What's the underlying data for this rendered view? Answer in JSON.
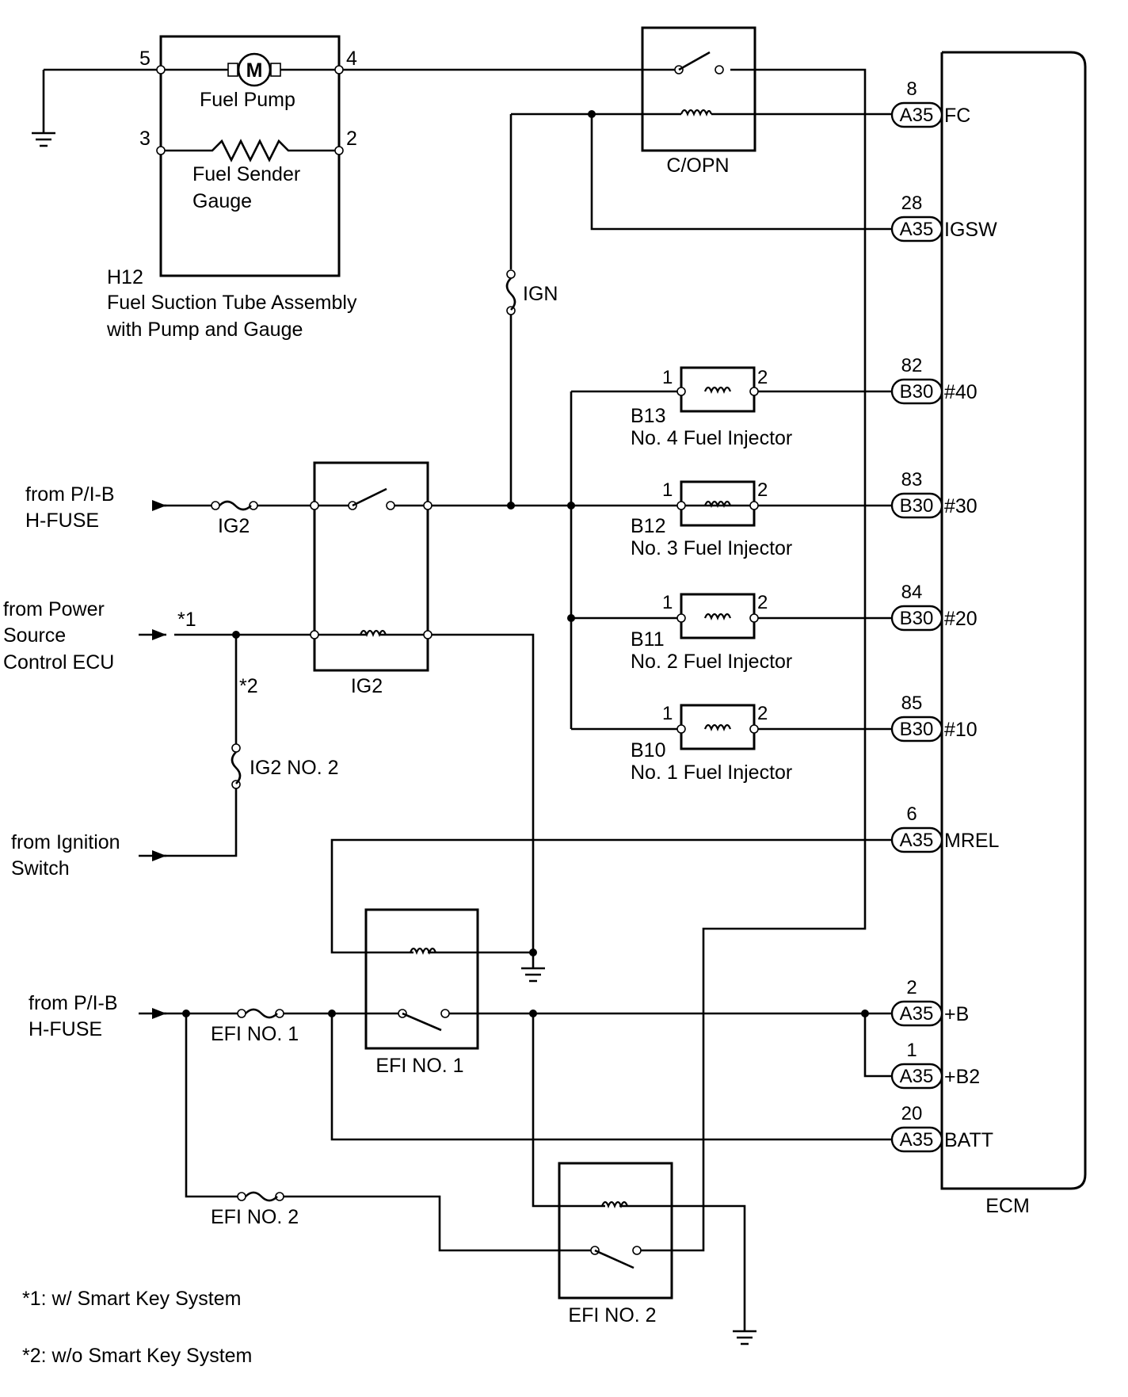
{
  "fuel_pump": {
    "motor_symbol": "M",
    "name": "Fuel Pump",
    "sender_line1": "Fuel Sender",
    "sender_line2": "Gauge",
    "connector": "H12",
    "assembly_line1": "Fuel Suction Tube Assembly",
    "assembly_line2": "with Pump and Gauge",
    "pins": {
      "p5": "5",
      "p4": "4",
      "p3": "3",
      "p2": "2"
    }
  },
  "relays": {
    "copn": "C/OPN",
    "ig2": "IG2",
    "efi1": "EFI NO. 1",
    "efi2": "EFI NO. 2"
  },
  "fuses": {
    "ign": "IGN",
    "ig2": "IG2",
    "ig2no2": "IG2 NO. 2",
    "efi1": "EFI NO. 1",
    "efi2": "EFI NO. 2"
  },
  "sources": {
    "pib_top_line1": "from P/I-B",
    "pib_top_line2": "H-FUSE",
    "power_line1": "from Power",
    "power_line2": "Source",
    "power_line3": "Control ECU",
    "ignition_line1": "from Ignition",
    "ignition_line2": "Switch",
    "pib_bottom_line1": "from P/I-B",
    "pib_bottom_line2": "H-FUSE"
  },
  "marks": {
    "m1": "*1",
    "m2": "*2"
  },
  "injectors": [
    {
      "connector": "B13",
      "name": "No. 4 Fuel Injector",
      "pin_in": "1",
      "pin_out": "2"
    },
    {
      "connector": "B12",
      "name": "No. 3 Fuel Injector",
      "pin_in": "1",
      "pin_out": "2"
    },
    {
      "connector": "B11",
      "name": "No. 2 Fuel Injector",
      "pin_in": "1",
      "pin_out": "2"
    },
    {
      "connector": "B10",
      "name": "No. 1 Fuel Injector",
      "pin_in": "1",
      "pin_out": "2"
    }
  ],
  "ecm": {
    "label": "ECM",
    "terminals": [
      {
        "pin": "8",
        "connector": "A35",
        "signal": "FC"
      },
      {
        "pin": "28",
        "connector": "A35",
        "signal": "IGSW"
      },
      {
        "pin": "82",
        "connector": "B30",
        "signal": "#40"
      },
      {
        "pin": "83",
        "connector": "B30",
        "signal": "#30"
      },
      {
        "pin": "84",
        "connector": "B30",
        "signal": "#20"
      },
      {
        "pin": "85",
        "connector": "B30",
        "signal": "#10"
      },
      {
        "pin": "6",
        "connector": "A35",
        "signal": "MREL"
      },
      {
        "pin": "2",
        "connector": "A35",
        "signal": "+B"
      },
      {
        "pin": "1",
        "connector": "A35",
        "signal": "+B2"
      },
      {
        "pin": "20",
        "connector": "A35",
        "signal": "BATT"
      }
    ]
  },
  "notes": {
    "n1": "*1: w/ Smart Key System",
    "n2": "*2: w/o Smart Key System"
  }
}
